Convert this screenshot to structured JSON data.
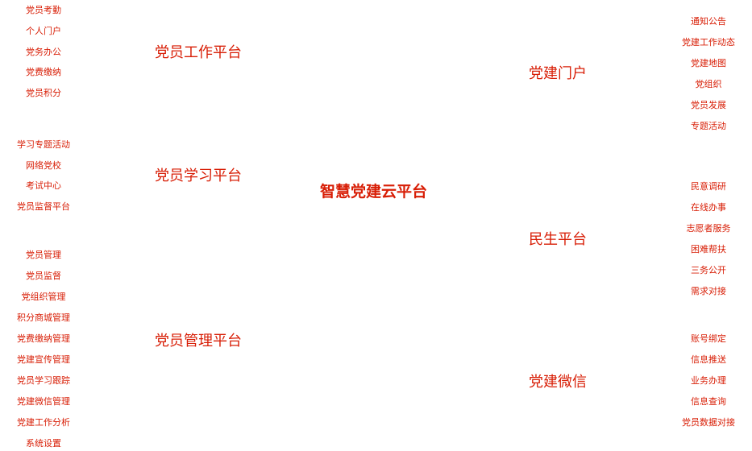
{
  "center": "智慧党建云平台",
  "accent_color": "#d81e06",
  "left": [
    {
      "title": "党员工作平台",
      "items": [
        "党员考勤",
        "个人门户",
        "党务办公",
        "党费缴纳",
        "党员积分"
      ]
    },
    {
      "title": "党员学习平台",
      "items": [
        "学习专题活动",
        "网络党校",
        "考试中心",
        "党员监督平台"
      ]
    },
    {
      "title": "党员管理平台",
      "items": [
        "党员管理",
        "党员监督",
        "党组织管理",
        "积分商城管理",
        "党费缴纳管理",
        "党建宣传管理",
        "党员学习跟踪",
        "党建微信管理",
        "党建工作分析",
        "系统设置"
      ]
    }
  ],
  "right": [
    {
      "title": "党建门户",
      "items": [
        "通知公告",
        "党建工作动态",
        "党建地图",
        "党组织",
        "党员发展",
        "专题活动"
      ]
    },
    {
      "title": "民生平台",
      "items": [
        "民意调研",
        "在线办事",
        "志愿者服务",
        "困难帮扶",
        "三务公开",
        "需求对接"
      ]
    },
    {
      "title": "党建微信",
      "items": [
        "账号绑定",
        "信息推送",
        "业务办理",
        "信息查询",
        "党员数据对接"
      ]
    }
  ]
}
